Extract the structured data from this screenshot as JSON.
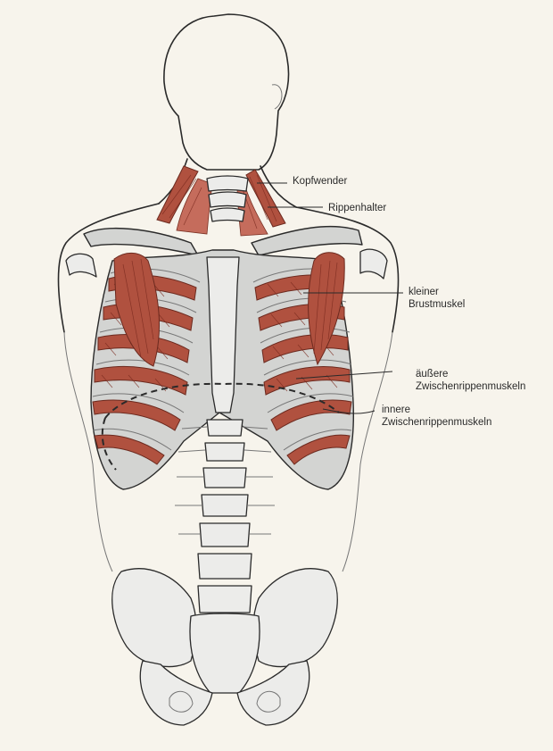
{
  "labels": {
    "kopfwender": "Kopfwender",
    "rippenhalter": "Rippenhalter",
    "kleiner_line1": "kleiner",
    "kleiner_line2": "Brustmuskel",
    "aeussere_line1": "äußere",
    "aeussere_line2": "Zwischenrippenmuskeln",
    "innere_line1": "innere",
    "innere_line2": "Zwischenrippenmuskeln"
  },
  "colors": {
    "paper": "#f7f4ec",
    "muscle": "#b0513f",
    "bone": "#d3d4d2",
    "ink": "#2a2a2a"
  }
}
